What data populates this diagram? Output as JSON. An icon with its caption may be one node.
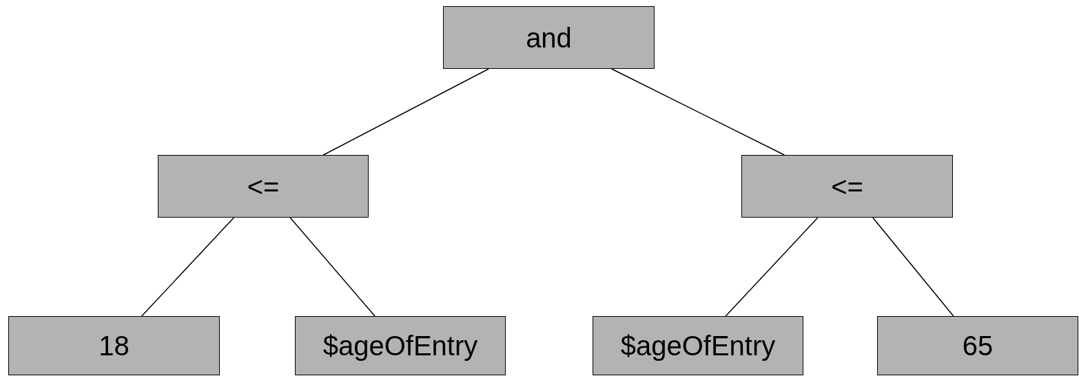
{
  "diagram": {
    "nodes": [
      {
        "text": [
          "and"
        ]
      },
      {
        "text": [
          "<="
        ]
      },
      {
        "text": [
          "<="
        ]
      },
      {
        "text": [
          "18"
        ]
      },
      {
        "text": [
          "$ageOfEntry"
        ]
      },
      {
        "text": [
          "$ageOfEntry"
        ]
      },
      {
        "text": [
          "65"
        ]
      }
    ],
    "edges": [
      {
        "from": 0,
        "to": 1,
        "arrow": "none"
      },
      {
        "from": 0,
        "to": 2,
        "arrow": "none"
      },
      {
        "from": 1,
        "to": 3,
        "arrow": "none"
      },
      {
        "from": 1,
        "to": 4,
        "arrow": "none"
      },
      {
        "from": 2,
        "to": 5,
        "arrow": "none"
      },
      {
        "from": 2,
        "to": 6,
        "arrow": "none"
      }
    ]
  }
}
